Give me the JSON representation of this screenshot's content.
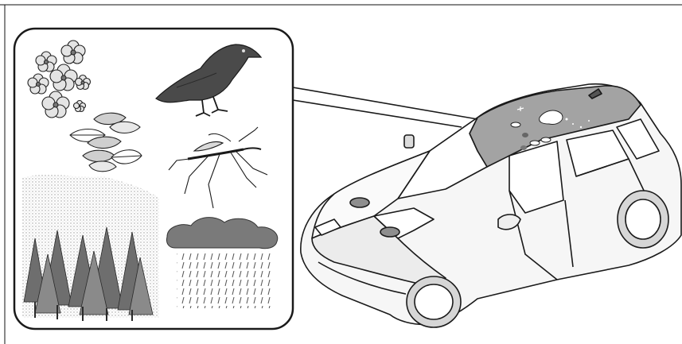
{
  "illustration": {
    "subjects": [
      "cherry-blossom",
      "crow",
      "fallen-leaves",
      "mosquito",
      "pollen-trees",
      "rain-cloud",
      "car-roof-debris"
    ],
    "colors": {
      "outline": "#1a1a1a",
      "panel_fill": "#ffffff",
      "dark_gray": "#3c3c3c",
      "mid_gray": "#8e8e8e",
      "light_gray": "#d0d0d0",
      "car_fill": "#f6f6f6",
      "roof_fill": "#a0a0a0"
    }
  }
}
